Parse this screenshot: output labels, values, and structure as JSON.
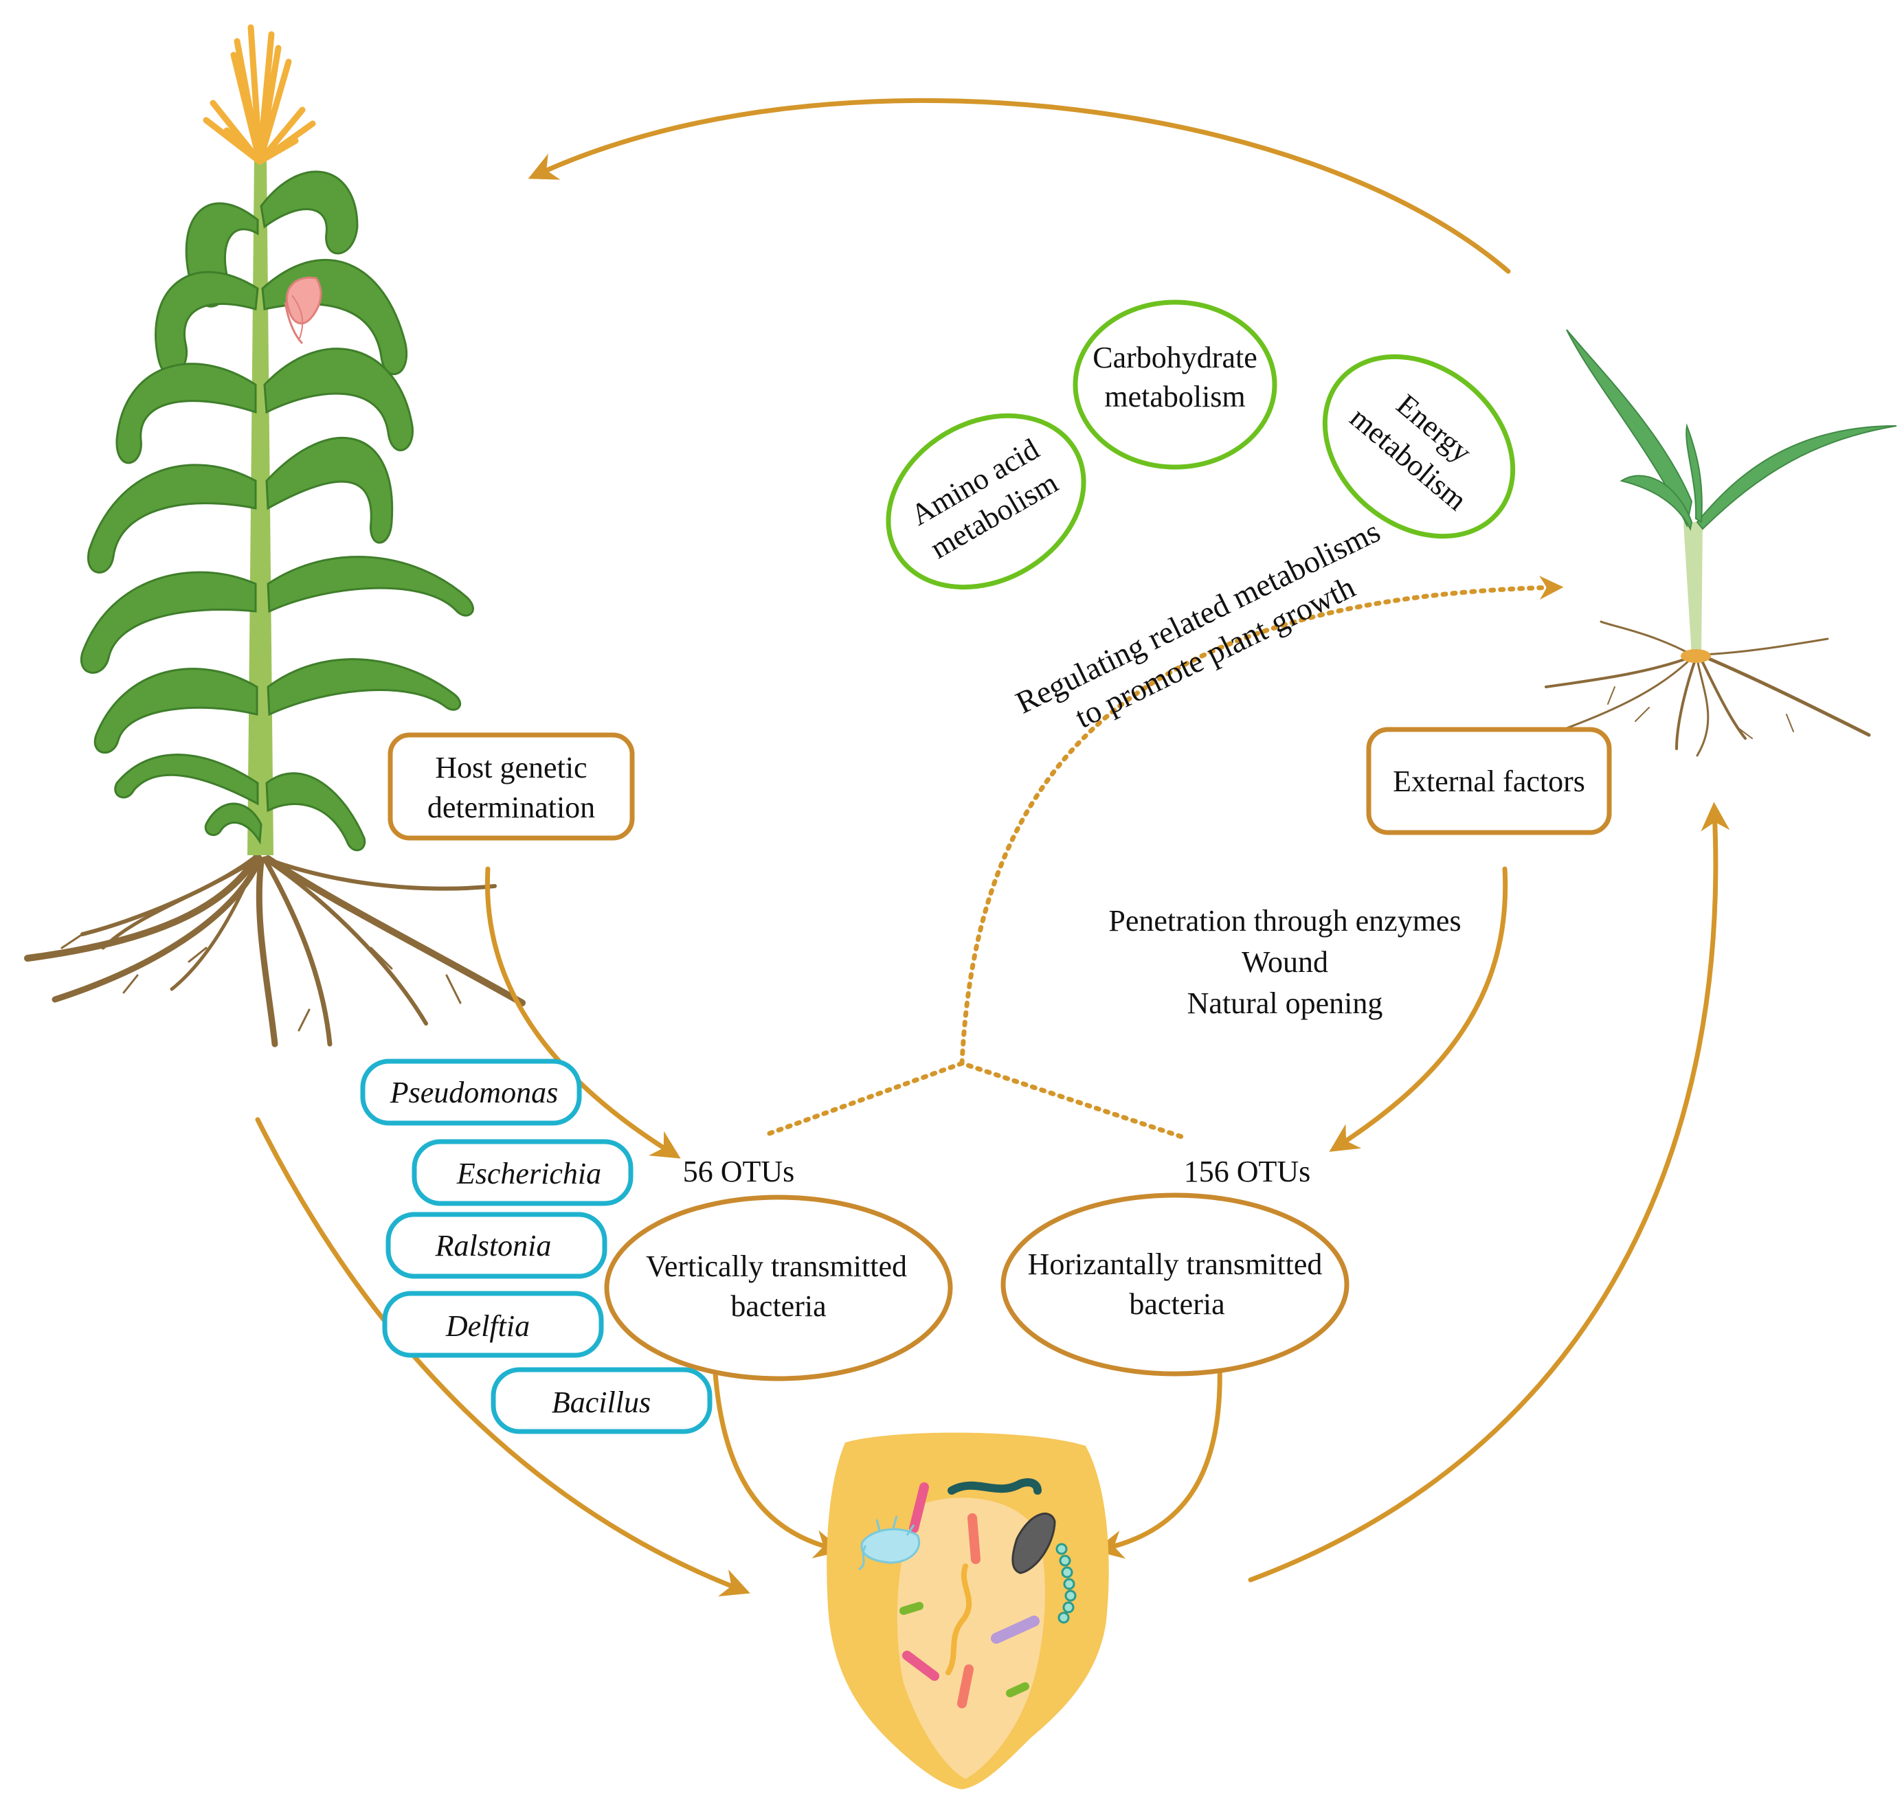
{
  "colors": {
    "arrow": "#d4962a",
    "orange_box": "#c98a2e",
    "green_ellipse": "#6cc11e",
    "blue_box": "#1fb2cf",
    "leaf": "#5a9e3b",
    "stem": "#9cc35a",
    "root": "#8a6a3a",
    "seed_outer": "#f6c759",
    "seed_inner": "#fbd99a"
  },
  "metabolism": {
    "carbohydrate_l1": "Carbohydrate",
    "carbohydrate_l2": "metabolism",
    "amino_l1": "Amino acid",
    "amino_l2": "metabolism",
    "energy_l1": "Energy",
    "energy_l2": "metabolism",
    "regulating_l1": "Regulating related metabolisms",
    "regulating_l2": "to promote plant growth"
  },
  "boxes": {
    "host_l1": "Host genetic",
    "host_l2": "determination",
    "external": "External factors"
  },
  "routes": {
    "line1": "Penetration through enzymes",
    "line2": "Wound",
    "line3": "Natural opening"
  },
  "groups": {
    "vertical_count": "56 OTUs",
    "vertical_l1": "Vertically transmitted",
    "vertical_l2": "bacteria",
    "horizontal_count": "156 OTUs",
    "horizontal_l1": "Horizantally transmitted",
    "horizontal_l2": "bacteria"
  },
  "genera": [
    "Pseudomonas",
    "Escherichia",
    "Ralstonia",
    "Delftia",
    "Bacillus"
  ]
}
